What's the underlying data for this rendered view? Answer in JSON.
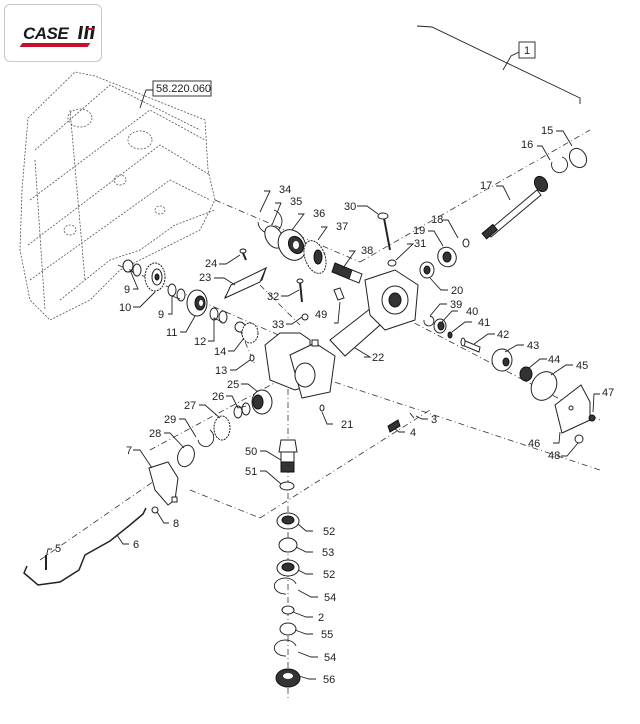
{
  "brand": {
    "logo_text": "CASE",
    "logo_mark": "IH",
    "accent_color": "#c8102e"
  },
  "references": {
    "assembly_ref": "1",
    "cross_reference": "58.220.060"
  },
  "callouts": [
    {
      "id": "c15",
      "label": "15"
    },
    {
      "id": "c16",
      "label": "16"
    },
    {
      "id": "c17",
      "label": "17"
    },
    {
      "id": "c18",
      "label": "18"
    },
    {
      "id": "c19",
      "label": "19"
    },
    {
      "id": "c20",
      "label": "20"
    },
    {
      "id": "c30",
      "label": "30"
    },
    {
      "id": "c31",
      "label": "31"
    },
    {
      "id": "c34",
      "label": "34"
    },
    {
      "id": "c35",
      "label": "35"
    },
    {
      "id": "c36",
      "label": "36"
    },
    {
      "id": "c37",
      "label": "37"
    },
    {
      "id": "c38",
      "label": "38"
    },
    {
      "id": "c24",
      "label": "24"
    },
    {
      "id": "c23",
      "label": "23"
    },
    {
      "id": "c9a",
      "label": "9"
    },
    {
      "id": "c10",
      "label": "10"
    },
    {
      "id": "c9b",
      "label": "9"
    },
    {
      "id": "c11",
      "label": "11"
    },
    {
      "id": "c12",
      "label": "12"
    },
    {
      "id": "c32",
      "label": "32"
    },
    {
      "id": "c33",
      "label": "33"
    },
    {
      "id": "c49",
      "label": "49"
    },
    {
      "id": "c14",
      "label": "14"
    },
    {
      "id": "c13",
      "label": "13"
    },
    {
      "id": "c22",
      "label": "22"
    },
    {
      "id": "c39",
      "label": "39"
    },
    {
      "id": "c40",
      "label": "40"
    },
    {
      "id": "c41",
      "label": "41"
    },
    {
      "id": "c42",
      "label": "42"
    },
    {
      "id": "c43",
      "label": "43"
    },
    {
      "id": "c44",
      "label": "44"
    },
    {
      "id": "c45",
      "label": "45"
    },
    {
      "id": "c47",
      "label": "47"
    },
    {
      "id": "c46",
      "label": "46"
    },
    {
      "id": "c48",
      "label": "48"
    },
    {
      "id": "c25",
      "label": "25"
    },
    {
      "id": "c26",
      "label": "26"
    },
    {
      "id": "c27",
      "label": "27"
    },
    {
      "id": "c29",
      "label": "29"
    },
    {
      "id": "c28",
      "label": "28"
    },
    {
      "id": "c21",
      "label": "21"
    },
    {
      "id": "c3",
      "label": "3"
    },
    {
      "id": "c4",
      "label": "4"
    },
    {
      "id": "c7",
      "label": "7"
    },
    {
      "id": "c50",
      "label": "50"
    },
    {
      "id": "c51",
      "label": "51"
    },
    {
      "id": "c8",
      "label": "8"
    },
    {
      "id": "c5",
      "label": "5"
    },
    {
      "id": "c6",
      "label": "6"
    },
    {
      "id": "c52a",
      "label": "52"
    },
    {
      "id": "c53",
      "label": "53"
    },
    {
      "id": "c52b",
      "label": "52"
    },
    {
      "id": "c54a",
      "label": "54"
    },
    {
      "id": "c2",
      "label": "2"
    },
    {
      "id": "c55",
      "label": "55"
    },
    {
      "id": "c54b",
      "label": "54"
    },
    {
      "id": "c56",
      "label": "56"
    }
  ]
}
